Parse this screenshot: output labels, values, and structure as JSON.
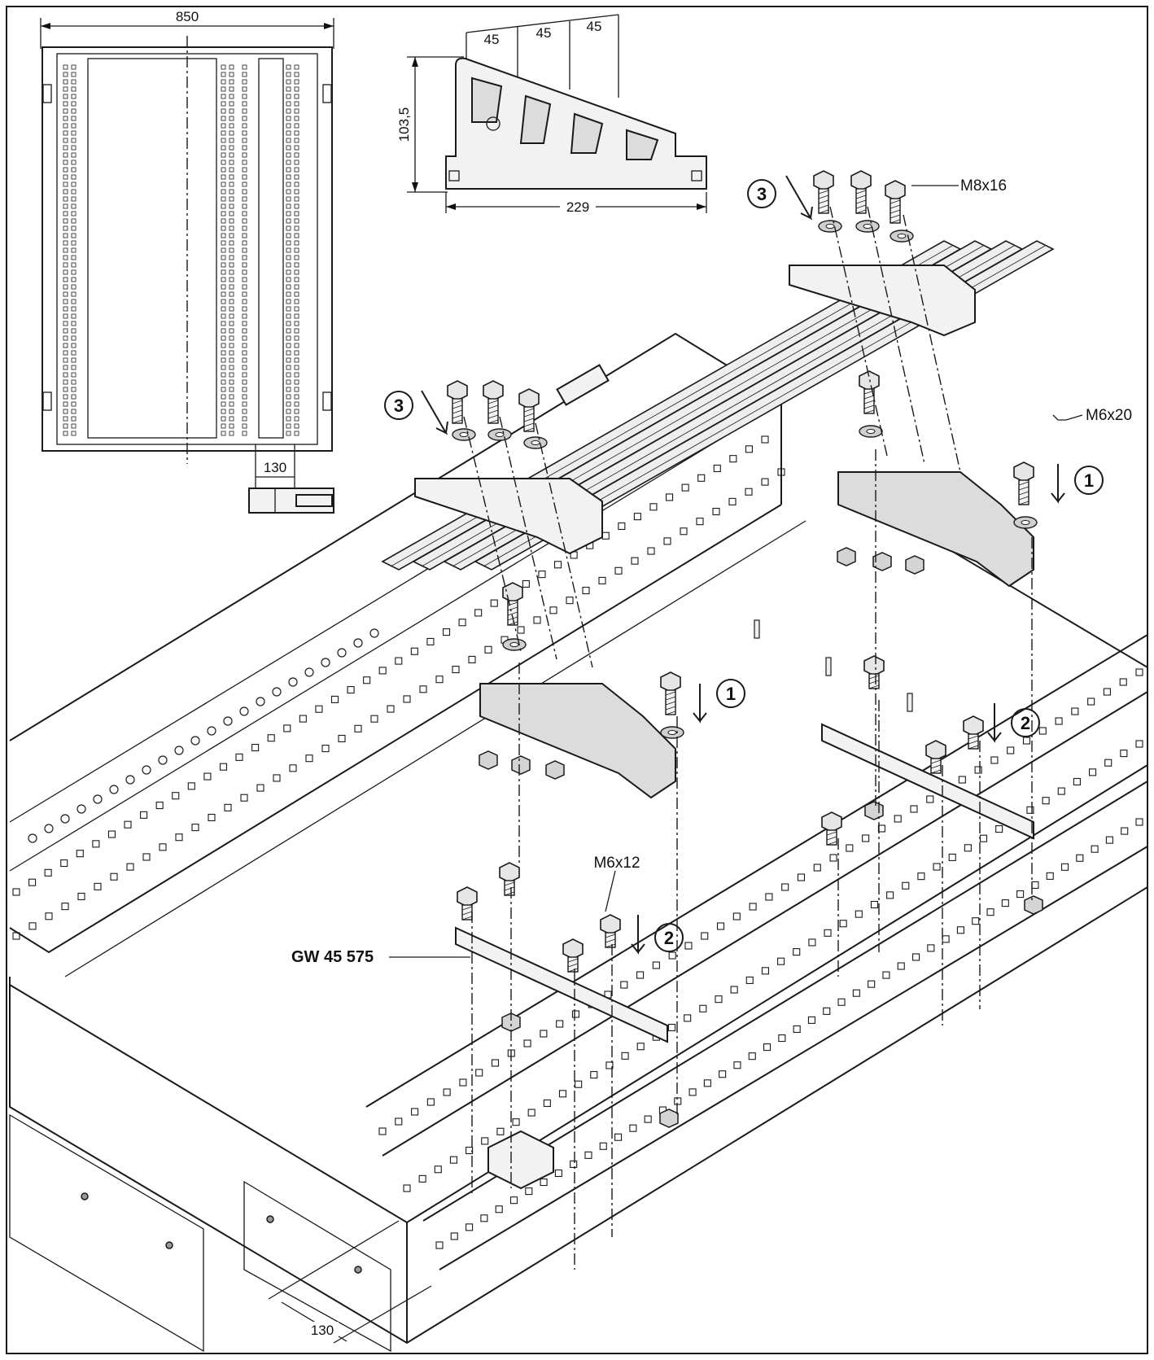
{
  "dimensions": {
    "width_850": "850",
    "gap_130_top": "130",
    "pitch_1": "45",
    "pitch_2": "45",
    "pitch_3": "45",
    "height_103_5": "103,5",
    "length_229": "229",
    "gap_130_bottom": "130"
  },
  "parts": {
    "bolt_m8x16": "M8x16",
    "bolt_m6x20": "M6x20",
    "bolt_m6x12": "M6x12",
    "plate_code": "GW 45 575"
  },
  "steps": {
    "one_right": "1",
    "one_left": "1",
    "two_right": "2",
    "two_left": "2",
    "three_right": "3",
    "three_left": "3"
  }
}
